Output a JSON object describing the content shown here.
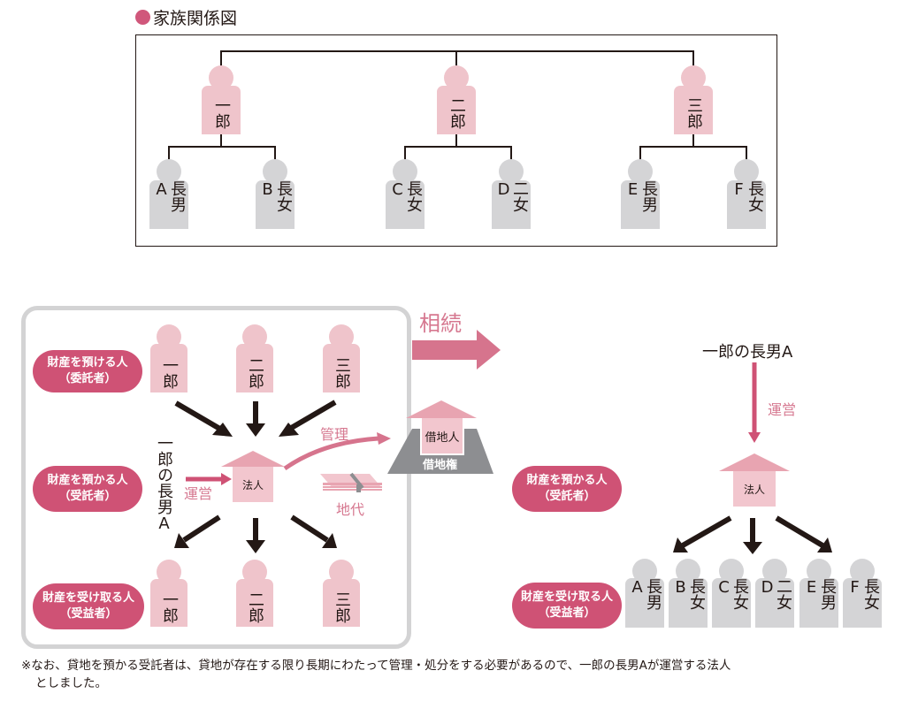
{
  "title": "家族関係図",
  "colors": {
    "accent_pink": "#cf5275",
    "person_pink": "#efc4cb",
    "person_gray": "#d4d4d6",
    "roof_pink": "#e8a4b1",
    "text_pink": "#d67890",
    "panel_border": "#d3d3d4",
    "land_gray": "#8d8e91"
  },
  "family_tree": {
    "parents": [
      {
        "label": "一郎",
        "children": [
          "長男A",
          "長女B"
        ]
      },
      {
        "label": "二郎",
        "children": [
          "長女C",
          "二女D"
        ]
      },
      {
        "label": "三郎",
        "children": [
          "長男E",
          "長女F"
        ]
      }
    ]
  },
  "left_panel": {
    "roles": [
      {
        "line1": "財産を預ける人",
        "line2": "（委託者）"
      },
      {
        "line1": "財産を預かる人",
        "line2": "（受託者）"
      },
      {
        "line1": "財産を受け取る人",
        "line2": "（受益者）"
      }
    ],
    "settlors": [
      "一郎",
      "二郎",
      "三郎"
    ],
    "beneficiaries": [
      "一郎",
      "二郎",
      "三郎"
    ],
    "operator_label": "一郎の長男A",
    "operate_label": "運営",
    "corp_label": "法人",
    "manage_label": "管理",
    "rent_label": "地代"
  },
  "middle": {
    "inherit_label": "相続",
    "tenant_label": "借地人",
    "leasehold_label": "借地権"
  },
  "right_panel": {
    "operator_label": "一郎の長男A",
    "operate_label": "運営",
    "corp_label": "法人",
    "roles": [
      {
        "line1": "財産を預かる人",
        "line2": "（受託者）"
      },
      {
        "line1": "財産を受け取る人",
        "line2": "（受益者）"
      }
    ],
    "beneficiaries": [
      "長男A",
      "長女B",
      "長女C",
      "二女D",
      "長男E",
      "長女F"
    ]
  },
  "footnote": {
    "line1": "※なお、貸地を預かる受託者は、貸地が存在する限り長期にわたって管理・処分をする必要があるので、一郎の長男Aが運営する法人",
    "line2": "としました。"
  }
}
